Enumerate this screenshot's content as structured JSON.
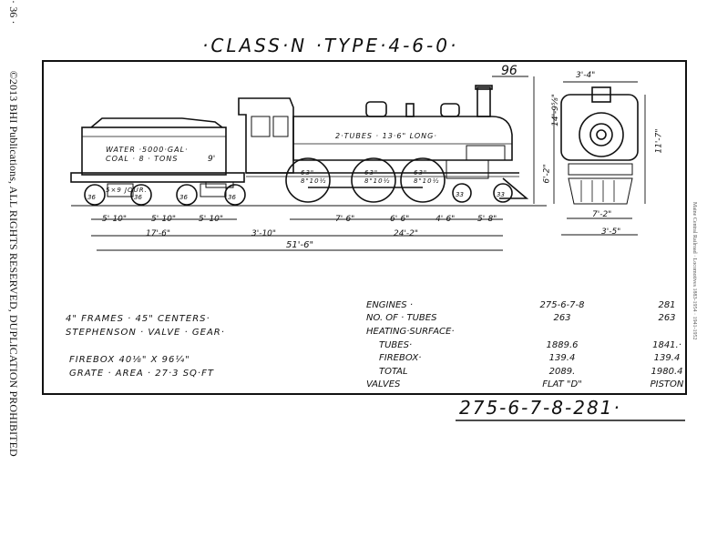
{
  "side_left": {
    "page": "· 36 ·",
    "copyright": "©2013 BHI Publications, ALL RIGHTS RESERVED, DUPLICATION PROHIBITED"
  },
  "side_right": "Maine Central Railroad · Locomotives 1883-1954 · 1941-1952",
  "title": "·CLASS·N  ·TYPE·4-6-0·",
  "serial": "275-6-7-8-281·",
  "tender_labels": {
    "water": "WATER ·5000·GAL·",
    "coal": "COAL · 8 · TONS"
  },
  "boiler_label": "2·TUBES · 13·6\" LONG·",
  "wheel_labels": {
    "tender": "36",
    "driver1": "63\" 8\"10½",
    "driver2": "63\" 8\"10½",
    "driver3": "63\" 8\"10½",
    "truck1": "33",
    "truck2": "33",
    "journal": "5×9 JOUR."
  },
  "dimensions": {
    "d96": "96",
    "d3_4": "3'-4\"",
    "d14_9": "14'-9⅝\"",
    "d11_7": "11'-7\"",
    "d6_2": "6'-2\"",
    "d9_0": "9'",
    "d5_10a": "5'-10\"",
    "d5_10b": "5'-10\"",
    "d5_10c": "5'-10\"",
    "d17_6": "17'-6\"",
    "d3_10": "3'-10\"",
    "d7_6": "7'-6\"",
    "d6_6": "6'-6\"",
    "d4_6": "4'-6\"",
    "d5_8": "5'-8\"",
    "d24_2": "24'-2\"",
    "d31_6": "51'-6\"",
    "d7_2": "7'-2\"",
    "d3_5": "3'-5\""
  },
  "notes": [
    "4\" FRAMES · 45\" CENTERS·",
    "STEPHENSON · VALVE · GEAR·",
    "",
    "FIREBOX 40⅛\" X 96¼\"",
    "GRATE · AREA · 27·3 SQ·FT"
  ],
  "specs": [
    {
      "label": "ENGINES ·",
      "a": "275-6-7-8",
      "b": "281"
    },
    {
      "label": "NO. OF · TUBES",
      "a": "263",
      "b": "263"
    },
    {
      "label": "HEATING·SURFACE·",
      "a": "",
      "b": ""
    },
    {
      "label": "TUBES·",
      "a": "1889.6",
      "b": "1841.·"
    },
    {
      "label": "FIREBOX·",
      "a": "139.4",
      "b": "139.4"
    },
    {
      "label": "TOTAL",
      "a": "2089.",
      "b": "1980.4"
    },
    {
      "label": "VALVES",
      "a": "FLAT \"D\"",
      "b": "PISTON"
    }
  ]
}
